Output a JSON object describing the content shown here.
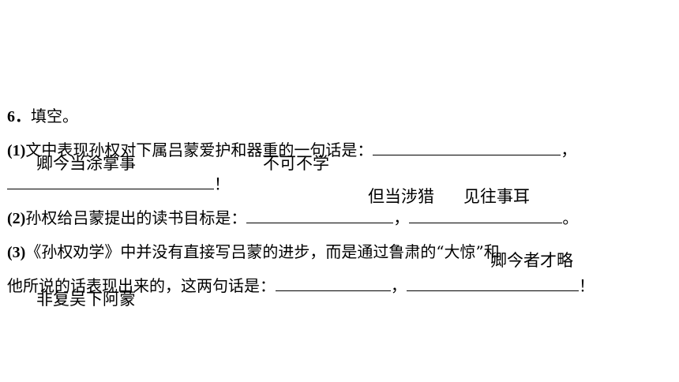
{
  "question": {
    "number": "6．",
    "title": "填空。",
    "q1_prefix": "(1)",
    "q1_text": "文中表现孙权对下属吕蒙爱护和器重的一句话是：",
    "comma": "，",
    "excl": "！",
    "q2_prefix": "(2)",
    "q2_text": "孙权给吕蒙提出的读书目标是：",
    "period": "。",
    "q3_prefix": "(3)",
    "q3_text_a": "《孙权劝学》中并没有直接写吕蒙的进步，而是通过鲁肃的“大惊”和",
    "q3_text_b": "他所说的话表现出来的，这两句话是："
  },
  "answers": {
    "a1_part1": "卿今当涂掌事",
    "a1_part2": "不可不学",
    "a2_part1": "但当涉猎",
    "a2_part2": "见往事耳",
    "a3_part1": "卿今者才略",
    "a3_part2": "非复吴下阿蒙"
  }
}
